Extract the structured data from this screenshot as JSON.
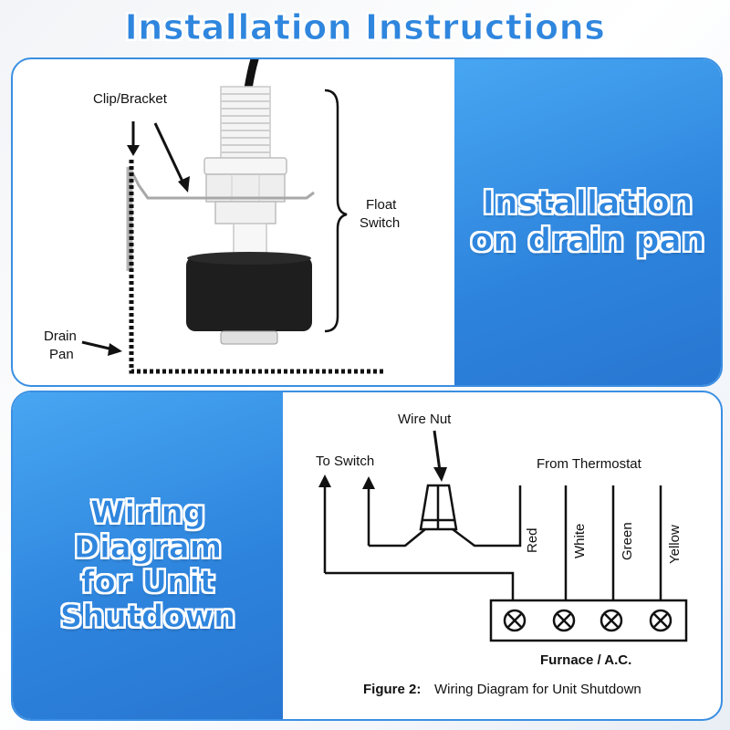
{
  "title": "Installation Instructions",
  "install": {
    "banner_line1": "Installation",
    "banner_line2": "on drain pan",
    "label_clip": "Clip/Bracket",
    "label_float_1": "Float",
    "label_float_2": "Switch",
    "label_drain_1": "Drain",
    "label_drain_2": "Pan"
  },
  "wiring": {
    "banner_lines": [
      "Wiring",
      "Diagram",
      "for Unit",
      "Shutdown"
    ],
    "label_wire_nut": "Wire Nut",
    "label_to_switch": "To Switch",
    "label_from_thermostat": "From Thermostat",
    "wires": [
      "Red",
      "White",
      "Green",
      "Yellow"
    ],
    "label_furnace": "Furnace / A.C.",
    "caption_bold": "Figure 2:",
    "caption_text": "Wiring Diagram for Unit Shutdown"
  },
  "colors": {
    "accent": "#2f86de",
    "panel_border": "#3a8fe2",
    "float_black": "#1e1e1e",
    "switch_white": "#f2f2f2"
  }
}
